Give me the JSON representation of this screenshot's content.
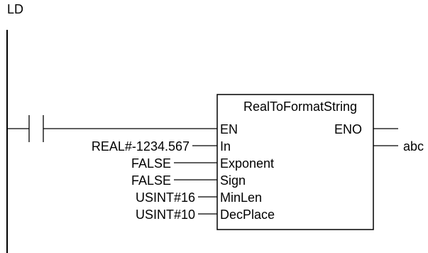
{
  "diagram": {
    "language_label": "LD",
    "block": {
      "name": "RealToFormatString",
      "input_pins": [
        "EN",
        "In",
        "Exponent",
        "Sign",
        "MinLen",
        "DecPlace"
      ],
      "output_pins": [
        "ENO"
      ]
    },
    "input_values": {
      "in": "REAL#-1234.567",
      "exponent": "FALSE",
      "sign": "FALSE",
      "minlen": "USINT#16",
      "decplace": "USINT#10"
    },
    "output_variable": "abc"
  }
}
